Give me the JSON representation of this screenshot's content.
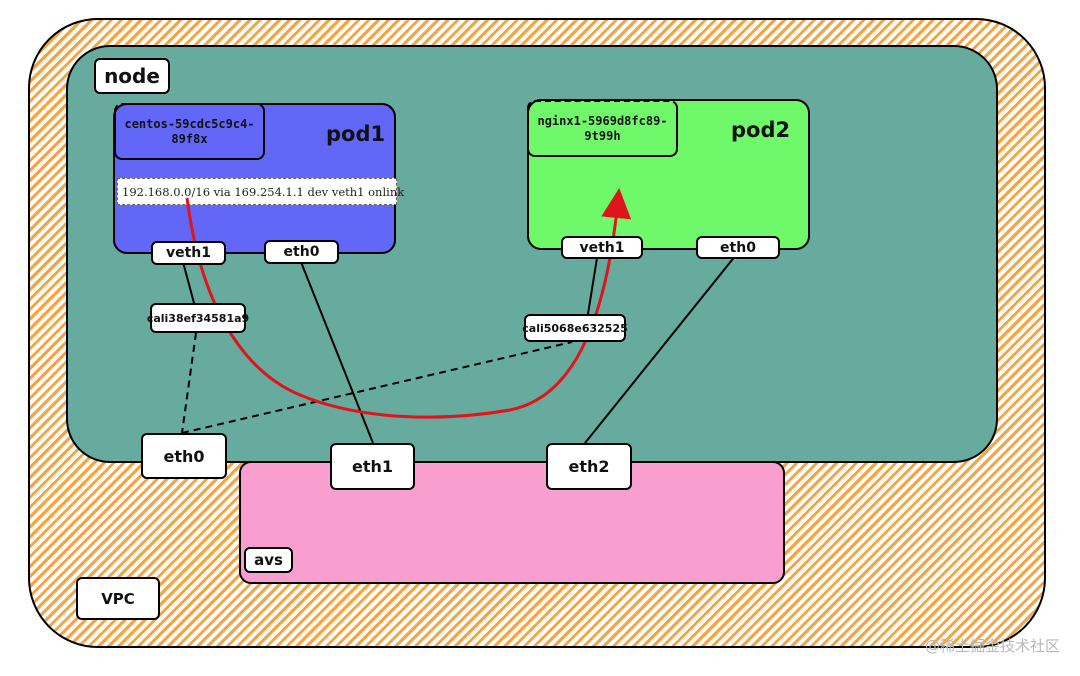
{
  "vpc": {
    "label": "VPC"
  },
  "node": {
    "label": "node"
  },
  "pod1": {
    "label": "pod1",
    "name": "centos-59cdc5c9c4-\n89f8x",
    "route": "192.168.0.0/16 via 169.254.1.1 dev veth1 onlink",
    "veth": "veth1",
    "eth": "eth0"
  },
  "pod2": {
    "label": "pod2",
    "name": "nginx1-5969d8fc89-\n9t99h",
    "veth": "veth1",
    "eth": "eth0"
  },
  "cali": {
    "pod1": "cali38ef34581a9",
    "pod2": "cali5068e632525"
  },
  "node_nics": {
    "eth0": "eth0",
    "eth1": "eth1",
    "eth2": "eth2"
  },
  "avs": {
    "label": "avs"
  },
  "watermark": "@稀土掘金技术社区",
  "colors": {
    "vpc_stripe": "#f7a440",
    "node": "#67aa9e",
    "pod1": "#6367f8",
    "pod2": "#6ef86a",
    "avs": "#f99fcf",
    "traffic_arrow": "#e0141b"
  }
}
